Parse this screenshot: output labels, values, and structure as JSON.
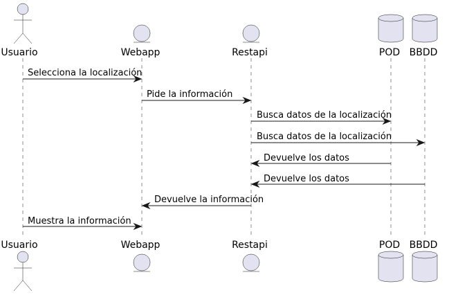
{
  "participants": [
    {
      "id": "usuario",
      "label": "Usuario",
      "kind": "actor"
    },
    {
      "id": "webapp",
      "label": "Webapp",
      "kind": "entity"
    },
    {
      "id": "restapi",
      "label": "Restapi",
      "kind": "entity"
    },
    {
      "id": "pod",
      "label": "POD",
      "kind": "database"
    },
    {
      "id": "bbdd",
      "label": "BBDD",
      "kind": "database"
    }
  ],
  "messages": [
    {
      "from": "usuario",
      "to": "webapp",
      "label": "Selecciona la localización"
    },
    {
      "from": "webapp",
      "to": "restapi",
      "label": "Pide la información"
    },
    {
      "from": "restapi",
      "to": "pod",
      "label": "Busca datos de la localización"
    },
    {
      "from": "restapi",
      "to": "bbdd",
      "label": "Busca datos de la localización"
    },
    {
      "from": "pod",
      "to": "restapi",
      "label": "Devuelve los datos"
    },
    {
      "from": "bbdd",
      "to": "restapi",
      "label": "Devuelve los datos"
    },
    {
      "from": "restapi",
      "to": "webapp",
      "label": "Devuelve la información"
    },
    {
      "from": "usuario",
      "to": "webapp",
      "label": "Muestra la información"
    }
  ],
  "colors": {
    "participant_fill": "#E2E2F0",
    "line": "#181818"
  }
}
